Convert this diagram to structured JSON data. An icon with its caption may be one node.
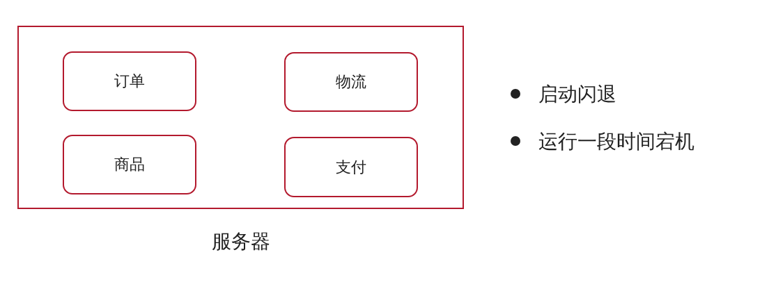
{
  "diagram": {
    "nodes": [
      {
        "text": [
          "服务器"
        ]
      },
      {
        "text": [
          "订单"
        ],
        "in": 0
      },
      {
        "text": [
          "物流"
        ],
        "in": 0
      },
      {
        "text": [
          "商品"
        ],
        "in": 0
      },
      {
        "text": [
          "支付"
        ],
        "in": 0
      }
    ],
    "labels": [
      "启动闪退",
      "运行一段时间宕机"
    ]
  }
}
